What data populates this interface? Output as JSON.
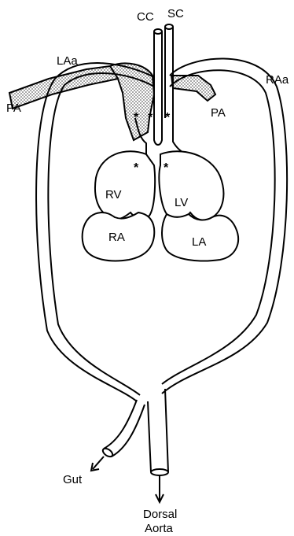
{
  "labels": {
    "cc": "CC",
    "sc": "SC",
    "la_arch": "LAa",
    "ra_arch": "RAa",
    "pa_left": "PA",
    "pa_right": "PA",
    "rv": "RV",
    "lv": "LV",
    "ra": "RA",
    "la": "LA",
    "gut": "Gut",
    "dorsal": "Dorsal",
    "aorta": "Aorta"
  },
  "markers": {
    "symbol": "*"
  },
  "colors": {
    "ink": "#000000",
    "stipple": "#6b6b6b",
    "paper": "#ffffff"
  }
}
